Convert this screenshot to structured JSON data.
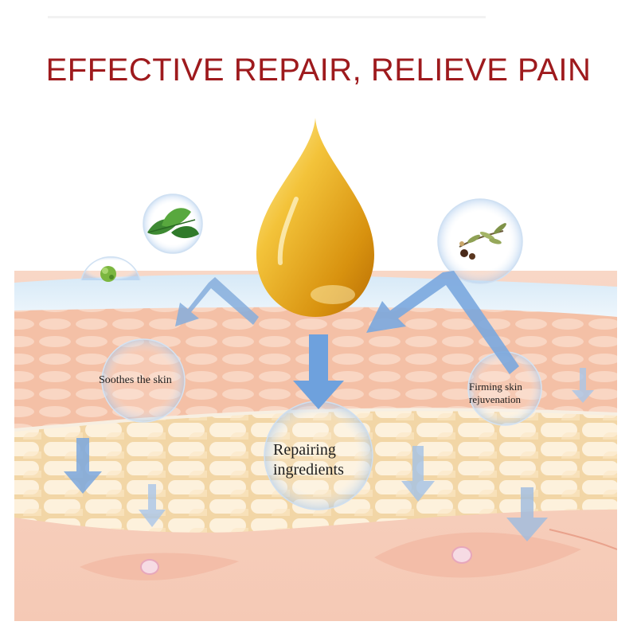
{
  "headline": "EFFECTIVE REPAIR, RELIEVE PAIN",
  "labels": {
    "soothes": "Soothes the skin",
    "firming_line1": "Firming skin",
    "firming_line2": "rejuvenation",
    "repairing_line1": "Repairing",
    "repairing_line2": "ingredients"
  },
  "icons": [
    "oil-drop-icon",
    "mint-leaf-icon",
    "herb-berry-icon",
    "olive-branch-icon"
  ],
  "colors": {
    "headline": "#9e1a1d",
    "oil_drop": "#e7a81c",
    "arrow": "#7fa9d9",
    "skin_top": "#f6cbb4",
    "fat_layer": "#fbe1b3",
    "dermis": "#f7d1c1"
  }
}
